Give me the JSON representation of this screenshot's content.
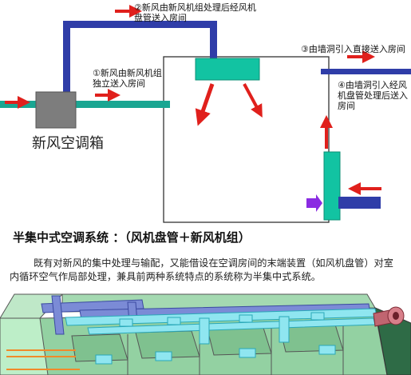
{
  "labels": {
    "label_2": "②新风由新风机组处理后经风机盘管送入房间",
    "label_3": "③由墙洞引入直接送入房间",
    "label_1": "①新风由新风机组独立送入房间",
    "label_4": "④由墙洞引入经风机盘管处理后送入房间",
    "ahu_box": "新风空调箱"
  },
  "section": {
    "heading": "半集中式空调系统 ：（风机盘管＋新风机组）",
    "paragraph": "既有对新风的集中处理与输配，又能借设在空调房间的末端装置（如风机盘管）对室内循环空气作局部处理，兼具前两种系统特点的系统称为半集中式系统。"
  },
  "colors": {
    "duct_blue": "#2f3da8",
    "duct_teal": "#1aa692",
    "fan_coil": "#12c3a2",
    "ahu_gray": "#7d7d7d",
    "arrow_red": "#e0201c",
    "arrow_purple": "#8a2be2",
    "room_border": "#333333"
  }
}
